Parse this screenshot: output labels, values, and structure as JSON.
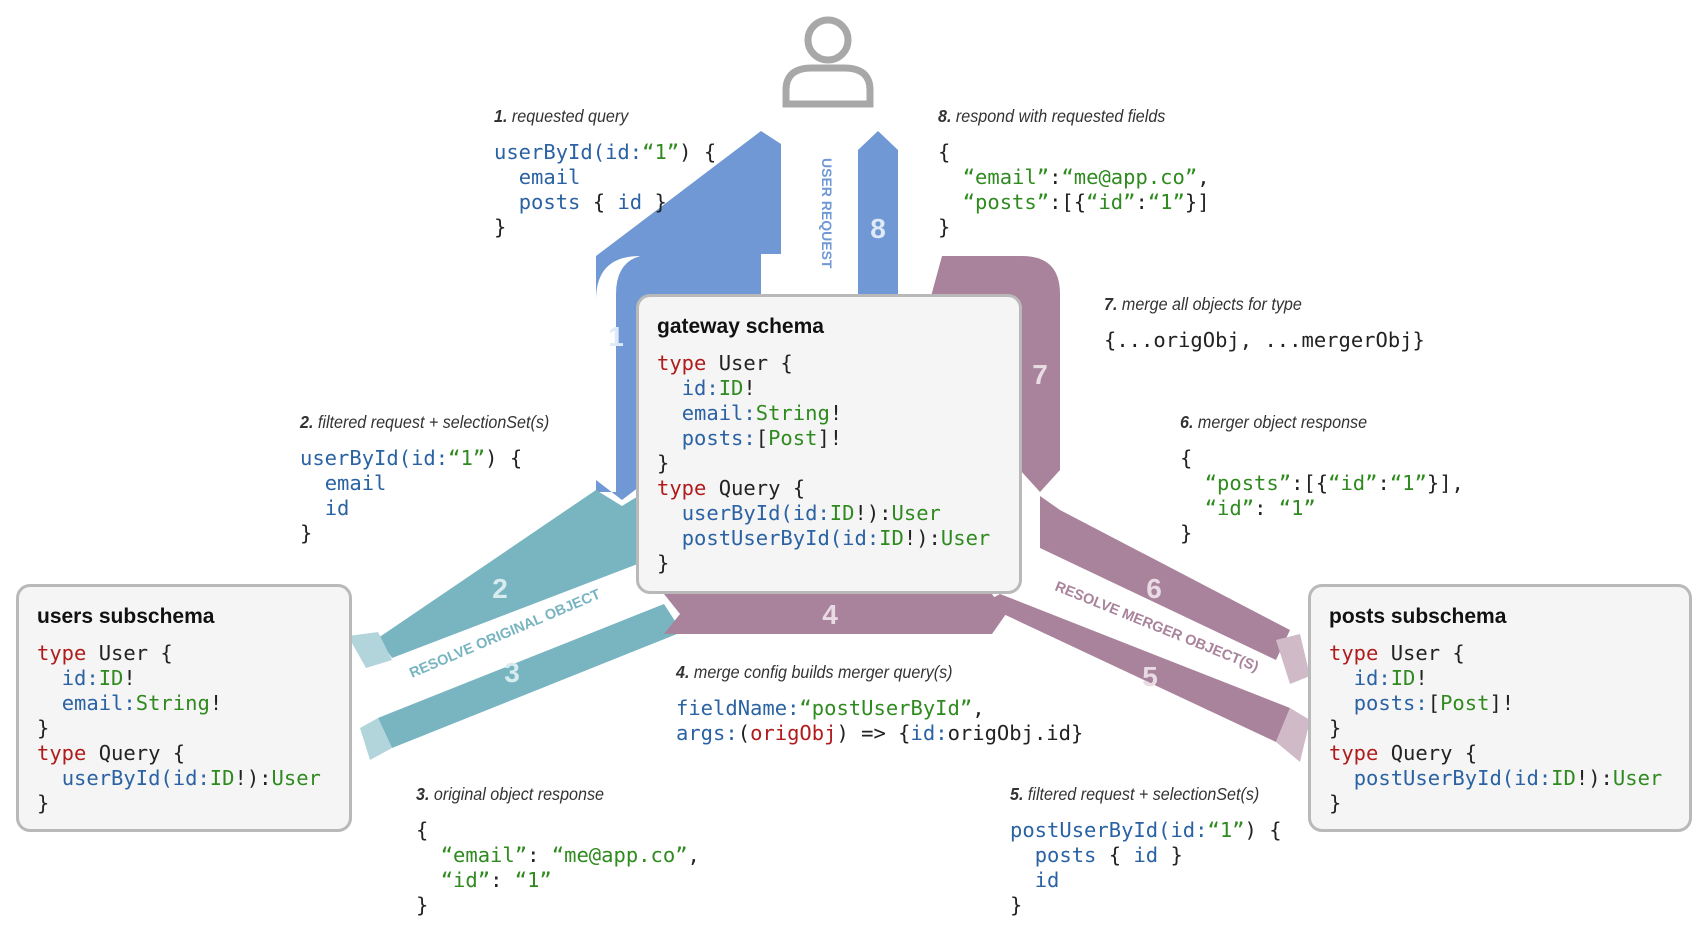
{
  "gateway": {
    "title": "gateway schema",
    "lines": [
      [
        {
          "t": "type",
          "c": "kw"
        },
        {
          "t": " User {",
          "c": "pl"
        }
      ],
      [
        {
          "t": "  ",
          "c": "pl"
        },
        {
          "t": "id:",
          "c": "fn"
        },
        {
          "t": "ID",
          "c": "ty"
        },
        {
          "t": "!",
          "c": "pl"
        }
      ],
      [
        {
          "t": "  ",
          "c": "pl"
        },
        {
          "t": "email:",
          "c": "fn"
        },
        {
          "t": "String",
          "c": "ty"
        },
        {
          "t": "!",
          "c": "pl"
        }
      ],
      [
        {
          "t": "  ",
          "c": "pl"
        },
        {
          "t": "posts:",
          "c": "fn"
        },
        {
          "t": "[",
          "c": "pl"
        },
        {
          "t": "Post",
          "c": "ty"
        },
        {
          "t": "]!",
          "c": "pl"
        }
      ],
      [
        {
          "t": "}",
          "c": "pl"
        }
      ],
      [
        {
          "t": "type",
          "c": "kw"
        },
        {
          "t": " Query {",
          "c": "pl"
        }
      ],
      [
        {
          "t": "  ",
          "c": "pl"
        },
        {
          "t": "userById(id:",
          "c": "fn"
        },
        {
          "t": "ID",
          "c": "ty"
        },
        {
          "t": "!):",
          "c": "pl"
        },
        {
          "t": "User",
          "c": "ty"
        }
      ],
      [
        {
          "t": "  ",
          "c": "pl"
        },
        {
          "t": "postUserById(id:",
          "c": "fn"
        },
        {
          "t": "ID",
          "c": "ty"
        },
        {
          "t": "!):",
          "c": "pl"
        },
        {
          "t": "User",
          "c": "ty"
        }
      ],
      [
        {
          "t": "}",
          "c": "pl"
        }
      ]
    ]
  },
  "users": {
    "title": "users subschema",
    "lines": [
      [
        {
          "t": "type",
          "c": "kw"
        },
        {
          "t": " User {",
          "c": "pl"
        }
      ],
      [
        {
          "t": "  ",
          "c": "pl"
        },
        {
          "t": "id:",
          "c": "fn"
        },
        {
          "t": "ID",
          "c": "ty"
        },
        {
          "t": "!",
          "c": "pl"
        }
      ],
      [
        {
          "t": "  ",
          "c": "pl"
        },
        {
          "t": "email:",
          "c": "fn"
        },
        {
          "t": "String",
          "c": "ty"
        },
        {
          "t": "!",
          "c": "pl"
        }
      ],
      [
        {
          "t": "}",
          "c": "pl"
        }
      ],
      [
        {
          "t": "type",
          "c": "kw"
        },
        {
          "t": " Query {",
          "c": "pl"
        }
      ],
      [
        {
          "t": "  ",
          "c": "pl"
        },
        {
          "t": "userById(id:",
          "c": "fn"
        },
        {
          "t": "ID",
          "c": "ty"
        },
        {
          "t": "!):",
          "c": "pl"
        },
        {
          "t": "User",
          "c": "ty"
        }
      ],
      [
        {
          "t": "}",
          "c": "pl"
        }
      ]
    ]
  },
  "posts": {
    "title": "posts subschema",
    "lines": [
      [
        {
          "t": "type",
          "c": "kw"
        },
        {
          "t": " User {",
          "c": "pl"
        }
      ],
      [
        {
          "t": "  ",
          "c": "pl"
        },
        {
          "t": "id:",
          "c": "fn"
        },
        {
          "t": "ID",
          "c": "ty"
        },
        {
          "t": "!",
          "c": "pl"
        }
      ],
      [
        {
          "t": "  ",
          "c": "pl"
        },
        {
          "t": "posts:",
          "c": "fn"
        },
        {
          "t": "[",
          "c": "pl"
        },
        {
          "t": "Post",
          "c": "ty"
        },
        {
          "t": "]!",
          "c": "pl"
        }
      ],
      [
        {
          "t": "}",
          "c": "pl"
        }
      ],
      [
        {
          "t": "type",
          "c": "kw"
        },
        {
          "t": " Query {",
          "c": "pl"
        }
      ],
      [
        {
          "t": "  ",
          "c": "pl"
        },
        {
          "t": "postUserById(id:",
          "c": "fn"
        },
        {
          "t": "ID",
          "c": "ty"
        },
        {
          "t": "!):",
          "c": "pl"
        },
        {
          "t": "User",
          "c": "ty"
        }
      ],
      [
        {
          "t": "}",
          "c": "pl"
        }
      ]
    ]
  },
  "steps": [
    {
      "num": "1.",
      "caption": " requested query",
      "lines": [
        [
          {
            "t": "userById(id:",
            "c": "fn"
          },
          {
            "t": "“1”",
            "c": "st"
          },
          {
            "t": ") {",
            "c": "pl"
          }
        ],
        [
          {
            "t": "  ",
            "c": "pl"
          },
          {
            "t": "email",
            "c": "fn"
          }
        ],
        [
          {
            "t": "  ",
            "c": "pl"
          },
          {
            "t": "posts",
            "c": "fn"
          },
          {
            "t": " { ",
            "c": "pl"
          },
          {
            "t": "id",
            "c": "fn"
          },
          {
            "t": " }",
            "c": "pl"
          }
        ],
        [
          {
            "t": "}",
            "c": "pl"
          }
        ]
      ]
    },
    {
      "num": "2.",
      "caption": " filtered request + selectionSet(s)",
      "lines": [
        [
          {
            "t": "userById(id:",
            "c": "fn"
          },
          {
            "t": "“1”",
            "c": "st"
          },
          {
            "t": ") {",
            "c": "pl"
          }
        ],
        [
          {
            "t": "  ",
            "c": "pl"
          },
          {
            "t": "email",
            "c": "fn"
          }
        ],
        [
          {
            "t": "  ",
            "c": "pl"
          },
          {
            "t": "id",
            "c": "fn"
          }
        ],
        [
          {
            "t": "}",
            "c": "pl"
          }
        ]
      ]
    },
    {
      "num": "3.",
      "caption": " original object response",
      "lines": [
        [
          {
            "t": "{",
            "c": "pl"
          }
        ],
        [
          {
            "t": "  ",
            "c": "pl"
          },
          {
            "t": "“email”",
            "c": "st"
          },
          {
            "t": ": ",
            "c": "pl"
          },
          {
            "t": "“me@app.co”",
            "c": "st"
          },
          {
            "t": ",",
            "c": "pl"
          }
        ],
        [
          {
            "t": "  ",
            "c": "pl"
          },
          {
            "t": "“id”",
            "c": "st"
          },
          {
            "t": ": ",
            "c": "pl"
          },
          {
            "t": "“1”",
            "c": "st"
          }
        ],
        [
          {
            "t": "}",
            "c": "pl"
          }
        ]
      ]
    },
    {
      "num": "4.",
      "caption": " merge config builds merger query(s)",
      "lines": [
        [
          {
            "t": "fieldName:",
            "c": "fn"
          },
          {
            "t": "“postUserById”",
            "c": "st"
          },
          {
            "t": ",",
            "c": "pl"
          }
        ],
        [
          {
            "t": "args:",
            "c": "fn"
          },
          {
            "t": "(",
            "c": "pl"
          },
          {
            "t": "origObj",
            "c": "kw"
          },
          {
            "t": ") => {",
            "c": "pl"
          },
          {
            "t": "id:",
            "c": "fn"
          },
          {
            "t": "origObj.id}",
            "c": "pl"
          }
        ]
      ]
    },
    {
      "num": "5.",
      "caption": " filtered request + selectionSet(s)",
      "lines": [
        [
          {
            "t": "postUserById(id:",
            "c": "fn"
          },
          {
            "t": "“1”",
            "c": "st"
          },
          {
            "t": ") {",
            "c": "pl"
          }
        ],
        [
          {
            "t": "  ",
            "c": "pl"
          },
          {
            "t": "posts",
            "c": "fn"
          },
          {
            "t": " { ",
            "c": "pl"
          },
          {
            "t": "id",
            "c": "fn"
          },
          {
            "t": " }",
            "c": "pl"
          }
        ],
        [
          {
            "t": "  ",
            "c": "pl"
          },
          {
            "t": "id",
            "c": "fn"
          }
        ],
        [
          {
            "t": "}",
            "c": "pl"
          }
        ]
      ]
    },
    {
      "num": "6.",
      "caption": " merger object response",
      "lines": [
        [
          {
            "t": "{",
            "c": "pl"
          }
        ],
        [
          {
            "t": "  ",
            "c": "pl"
          },
          {
            "t": "“posts”",
            "c": "st"
          },
          {
            "t": ":[{",
            "c": "pl"
          },
          {
            "t": "“id”",
            "c": "st"
          },
          {
            "t": ":",
            "c": "pl"
          },
          {
            "t": "“1”",
            "c": "st"
          },
          {
            "t": "}],",
            "c": "pl"
          }
        ],
        [
          {
            "t": "  ",
            "c": "pl"
          },
          {
            "t": "“id”",
            "c": "st"
          },
          {
            "t": ": ",
            "c": "pl"
          },
          {
            "t": "“1”",
            "c": "st"
          }
        ],
        [
          {
            "t": "}",
            "c": "pl"
          }
        ]
      ]
    },
    {
      "num": "7.",
      "caption": " merge all objects for type",
      "lines": [
        [
          {
            "t": "{...origObj, ...mergerObj}",
            "c": "pl"
          }
        ]
      ]
    },
    {
      "num": "8.",
      "caption": " respond with requested fields",
      "lines": [
        [
          {
            "t": "{",
            "c": "pl"
          }
        ],
        [
          {
            "t": "  ",
            "c": "pl"
          },
          {
            "t": "“email”",
            "c": "st"
          },
          {
            "t": ":",
            "c": "pl"
          },
          {
            "t": "“me@app.co”",
            "c": "st"
          },
          {
            "t": ",",
            "c": "pl"
          }
        ],
        [
          {
            "t": "  ",
            "c": "pl"
          },
          {
            "t": "“posts”",
            "c": "st"
          },
          {
            "t": ":[{",
            "c": "pl"
          },
          {
            "t": "“id”",
            "c": "st"
          },
          {
            "t": ":",
            "c": "pl"
          },
          {
            "t": "“1”",
            "c": "st"
          },
          {
            "t": "}]",
            "c": "pl"
          }
        ],
        [
          {
            "t": "}",
            "c": "pl"
          }
        ]
      ]
    }
  ],
  "arrows": {
    "labels": [
      "1",
      "2",
      "3",
      "4",
      "5",
      "6",
      "7",
      "8"
    ],
    "user_request": "USER REQUEST",
    "resolve_original": "RESOLVE ORIGINAL OBJECT",
    "resolve_merger": "RESOLVE MERGER OBJECT(S)"
  },
  "colors": {
    "blue": "#6f98d4",
    "teal": "#78b5c1",
    "teal_light": "#b2d5dc",
    "purple": "#a9839b",
    "purple_light": "#d0bac8",
    "user_icon": "#a8a8a8"
  },
  "icons": {
    "user": "user-icon"
  }
}
